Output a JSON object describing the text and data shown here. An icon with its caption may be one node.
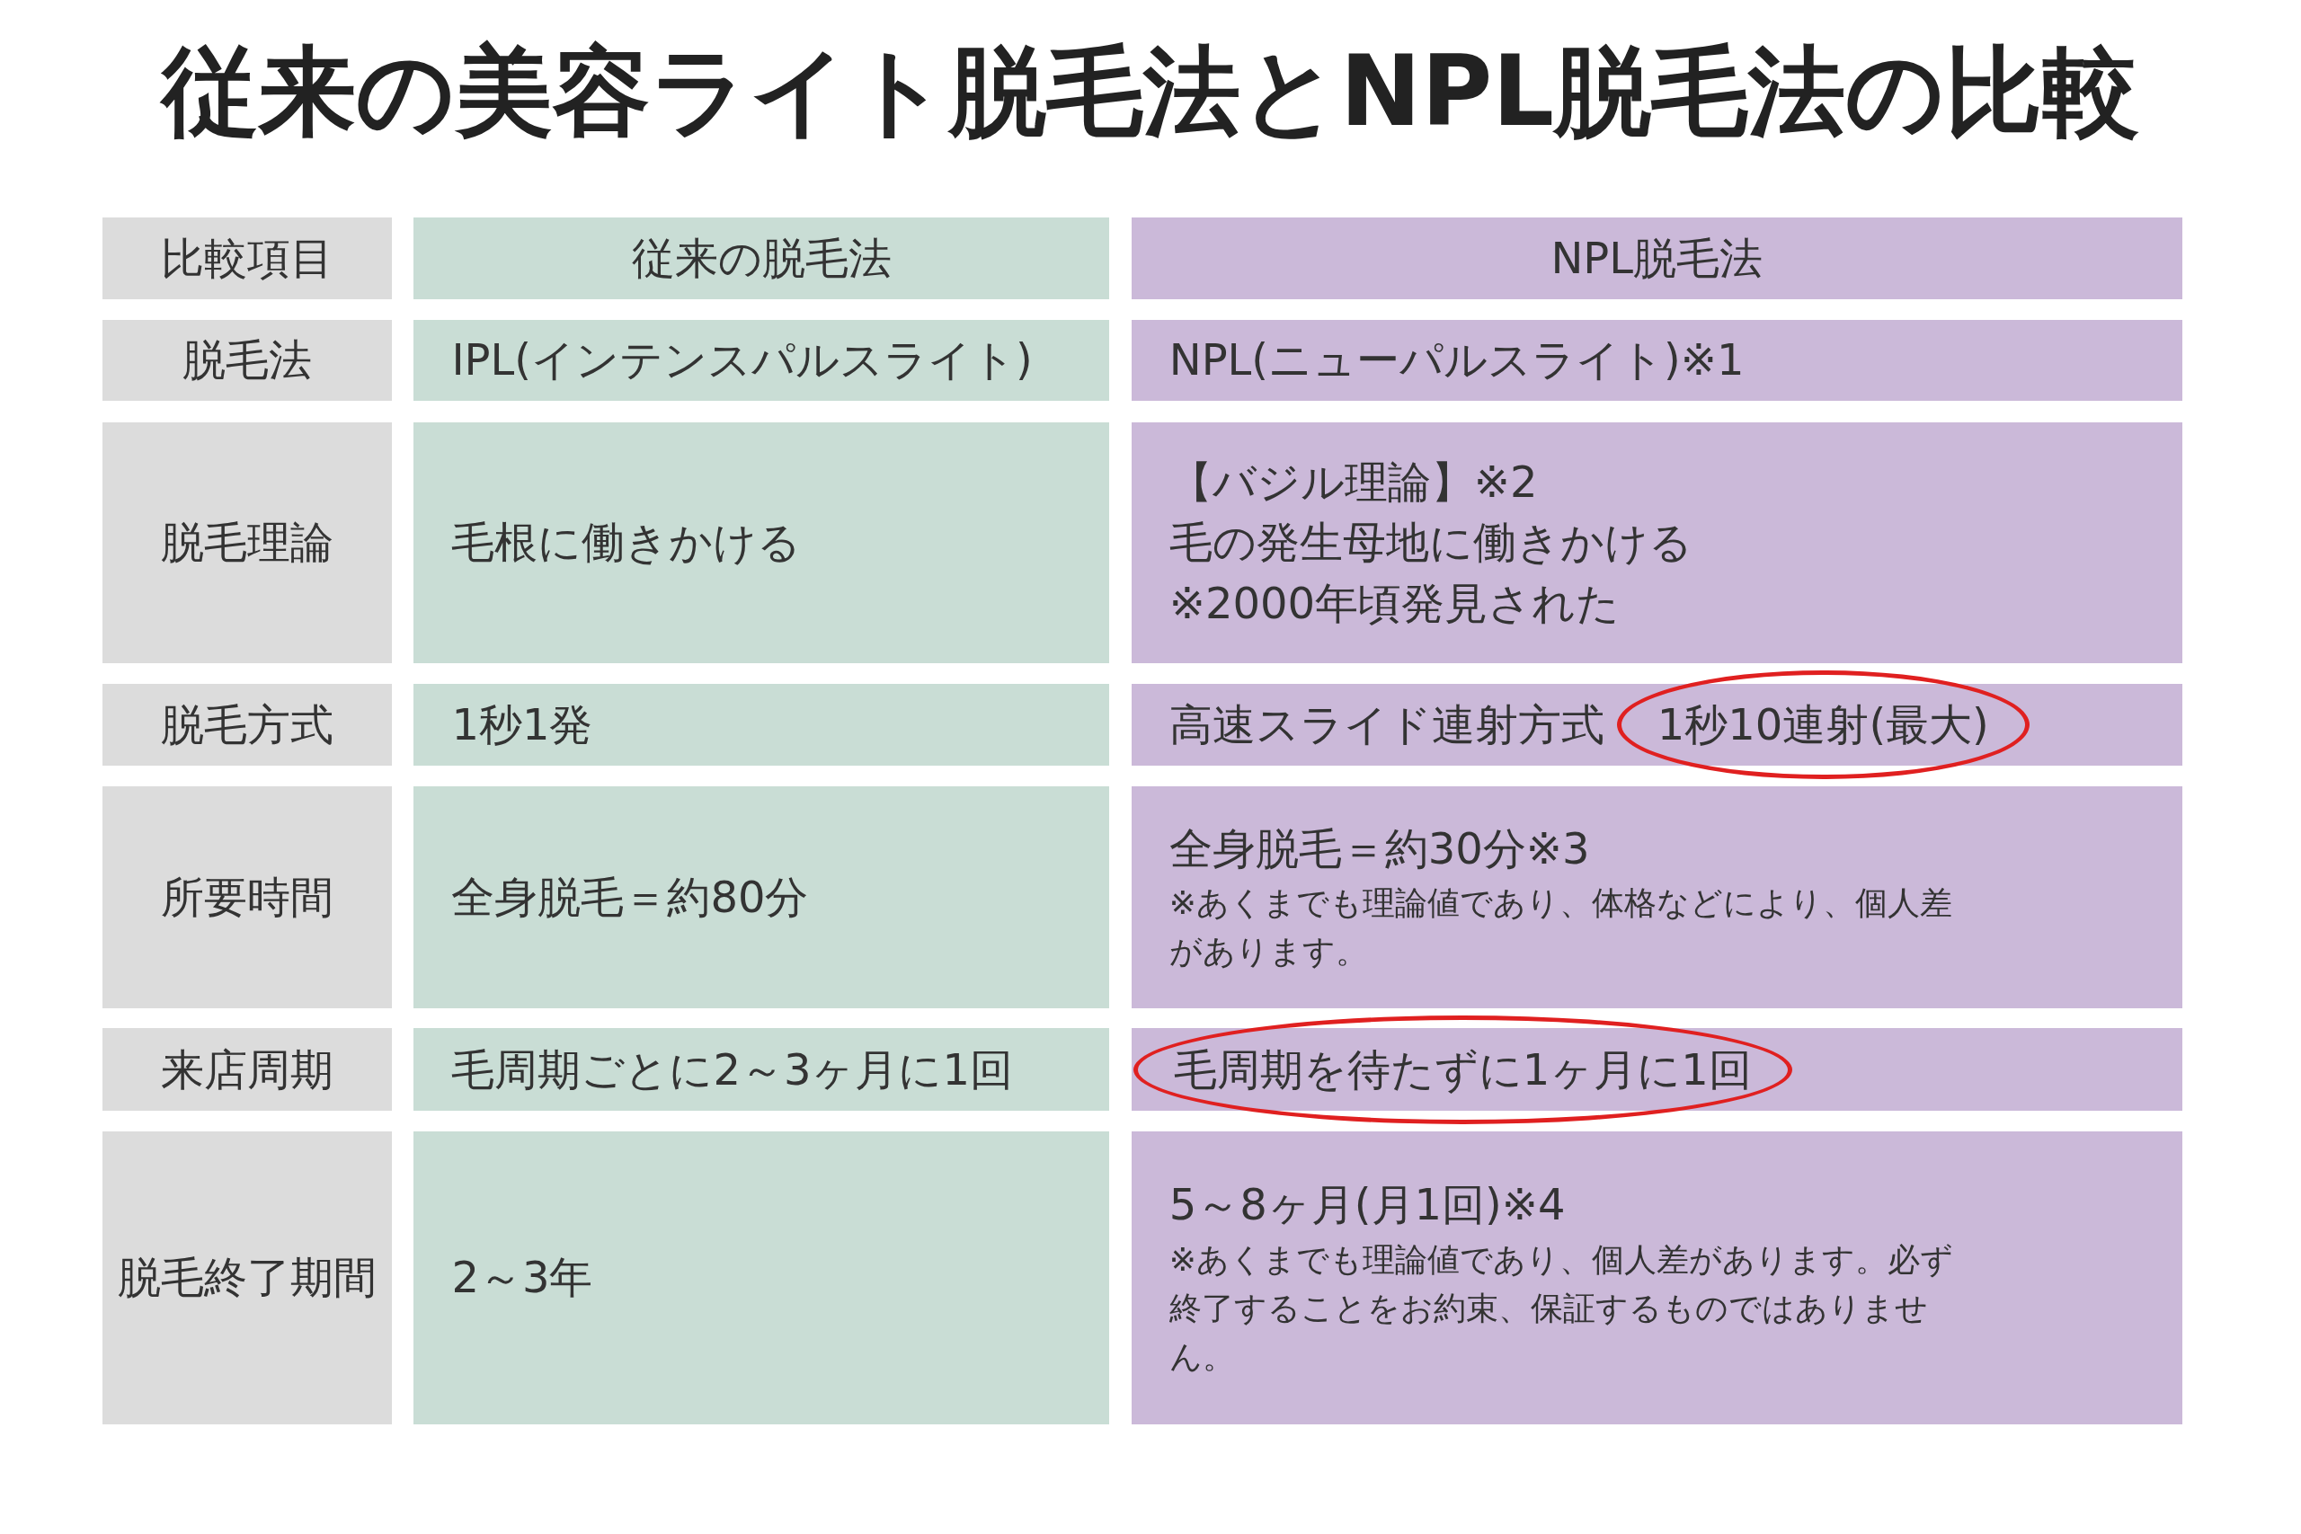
{
  "diagram": {
    "title": "従来の美容ライト脱毛法とNPL脱毛法の比較",
    "labels": [
      "比較項目",
      "従来の脱毛法",
      "NPL脱毛法",
      "脱毛法",
      "IPL(インテンスパルスライト)",
      "NPL(ニューパルスライト)※1",
      "脱毛理論",
      "毛根に働きかける",
      "【バジル理論】※2",
      "毛の発生母地に働きかける",
      "※2000年頃発見された",
      "脱毛方式",
      "1秒1発",
      "高速スライド連射方式",
      "1秒10連射(最大)",
      "所要時間",
      "全身脱毛＝約80分",
      "全身脱毛＝約30分※3",
      "※あくまでも理論値であり、体格などにより、個人差があります。",
      "来店周期",
      "毛周期ごとに2～3ヶ月に1回",
      "毛周期を待たずに1ヶ月に1回",
      "脱毛終了期間",
      "2～3年",
      "5～8ヶ月(月1回)※4",
      "※あくまでも理論値であり、個人差があります。必ず終了することをお約束、保証するものではありません。"
    ]
  }
}
